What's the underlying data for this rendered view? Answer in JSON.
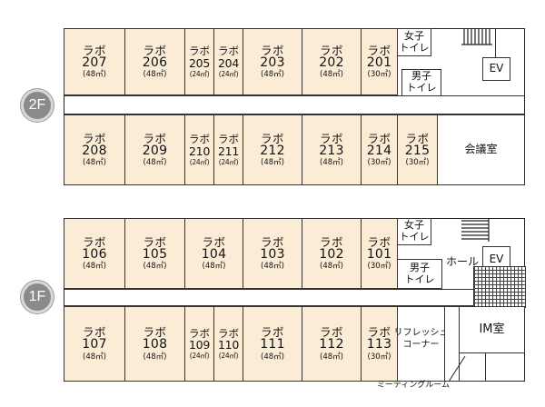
{
  "floors": {
    "second": {
      "badge": "2F",
      "top_rooms": [
        {
          "name": "ラボ",
          "number": "207",
          "area": "(48㎡)"
        },
        {
          "name": "ラボ",
          "number": "206",
          "area": "(48㎡)"
        },
        {
          "name": "ラボ",
          "number": "205",
          "area": "(24㎡)"
        },
        {
          "name": "ラボ",
          "number": "204",
          "area": "(24㎡)"
        },
        {
          "name": "ラボ",
          "number": "203",
          "area": "(48㎡)"
        },
        {
          "name": "ラボ",
          "number": "202",
          "area": "(48㎡)"
        },
        {
          "name": "ラボ",
          "number": "201",
          "area": "(30㎡)"
        }
      ],
      "bottom_rooms": [
        {
          "name": "ラボ",
          "number": "208",
          "area": "(48㎡)"
        },
        {
          "name": "ラボ",
          "number": "209",
          "area": "(48㎡)"
        },
        {
          "name": "ラボ",
          "number": "210",
          "area": "(24㎡)"
        },
        {
          "name": "ラボ",
          "number": "211",
          "area": "(24㎡)"
        },
        {
          "name": "ラボ",
          "number": "212",
          "area": "(48㎡)"
        },
        {
          "name": "ラボ",
          "number": "213",
          "area": "(48㎡)"
        },
        {
          "name": "ラボ",
          "number": "214",
          "area": "(30㎡)"
        },
        {
          "name": "ラボ",
          "number": "215",
          "area": "(30㎡)"
        }
      ],
      "womens_toilet": "女子\nトイレ",
      "mens_toilet": "男子\nトイレ",
      "ev": "EV",
      "meeting_room": "会議室"
    },
    "first": {
      "badge": "1F",
      "top_rooms": [
        {
          "name": "ラボ",
          "number": "106",
          "area": "(48㎡)"
        },
        {
          "name": "ラボ",
          "number": "105",
          "area": "(48㎡)"
        },
        {
          "name": "ラボ",
          "number": "104",
          "area": "(48㎡)"
        },
        {
          "name": "ラボ",
          "number": "103",
          "area": "(48㎡)"
        },
        {
          "name": "ラボ",
          "number": "102",
          "area": "(48㎡)"
        },
        {
          "name": "ラボ",
          "number": "101",
          "area": "(30㎡)"
        }
      ],
      "bottom_rooms": [
        {
          "name": "ラボ",
          "number": "107",
          "area": "(48㎡)"
        },
        {
          "name": "ラボ",
          "number": "108",
          "area": "(48㎡)"
        },
        {
          "name": "ラボ",
          "number": "109",
          "area": "(24㎡)"
        },
        {
          "name": "ラボ",
          "number": "110",
          "area": "(24㎡)"
        },
        {
          "name": "ラボ",
          "number": "111",
          "area": "(48㎡)"
        },
        {
          "name": "ラボ",
          "number": "112",
          "area": "(48㎡)"
        },
        {
          "name": "ラボ",
          "number": "113",
          "area": "(30㎡)"
        }
      ],
      "womens_toilet": "女子\nトイレ",
      "mens_toilet": "男子\nトイレ",
      "ev": "EV",
      "hall": "ホール",
      "refresh_corner": "リフレッシュ\nコーナー",
      "im_room": "IM室",
      "meeting_room_callout": "ミーティングルーム"
    }
  }
}
